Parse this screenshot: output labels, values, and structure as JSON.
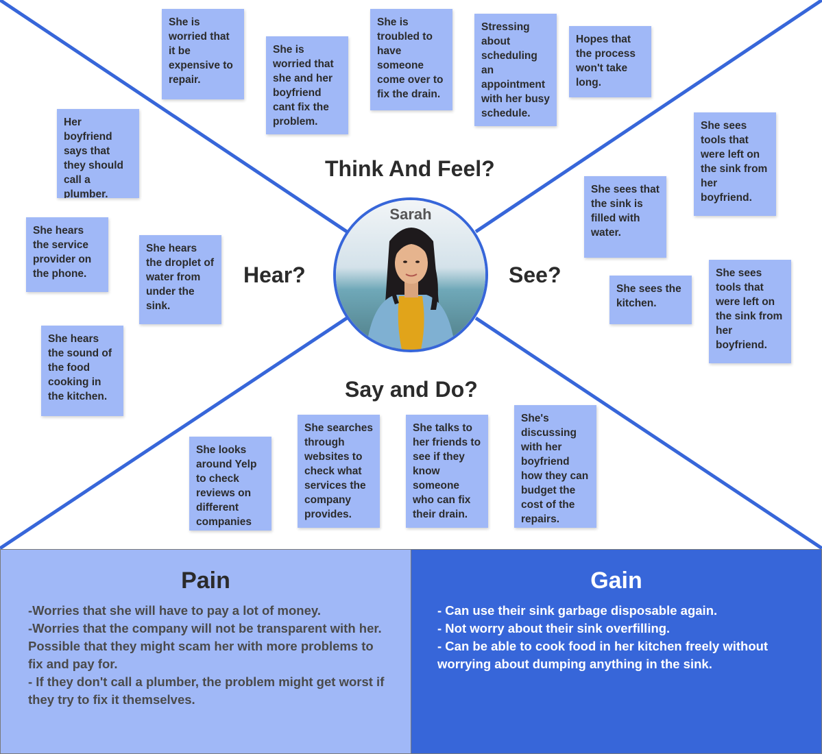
{
  "quadrants": {
    "think": "Think And Feel?",
    "hear": "Hear?",
    "see": "See?",
    "say": "Say and Do?"
  },
  "persona": {
    "name": "Sarah"
  },
  "notes": {
    "think": [
      "She is worried that it be expensive to repair.",
      "She is worried that she and her boyfriend cant fix the problem.",
      "She is troubled to have someone come over to fix the drain.",
      "Stressing about scheduling an appointment with her busy schedule.",
      "Hopes that the process won't take long."
    ],
    "hear": [
      "Her boyfriend says that they should call a plumber.",
      "She hears the service provider on the phone.",
      "She hears the droplet of water from under the sink.",
      "She hears the sound of the food cooking in the kitchen."
    ],
    "see": [
      "She sees tools that were left on the sink from her boyfriend.",
      "She sees that the sink is filled with water.",
      "She sees the kitchen.",
      "She sees tools that were left on the sink from her boyfriend."
    ],
    "say": [
      "She looks around Yelp to check reviews on different companies",
      "She searches through websites to check what services the company provides.",
      "She talks to her friends to see if they know someone who can fix their drain.",
      "She's discussing with her boyfriend how they can budget the cost of the repairs."
    ]
  },
  "pain": {
    "title": "Pain",
    "lines": [
      "-Worries that she will have to pay a lot of money.",
      "-Worries that the company will not be transparent with her. Possible that they might scam her with more problems to fix and pay for.",
      "- If they don't call a plumber, the problem might get worst if they try to fix it themselves."
    ]
  },
  "gain": {
    "title": "Gain",
    "lines": [
      "- Can use their sink garbage disposable again.",
      "- Not worry about their sink overfilling.",
      "- Can be able to cook food in her kitchen freely without worrying about dumping anything in the sink."
    ]
  },
  "colors": {
    "line": "#3766d9",
    "note": "#a0b8f7",
    "pain_bg": "#a0b8f7",
    "gain_bg": "#3766d9"
  }
}
